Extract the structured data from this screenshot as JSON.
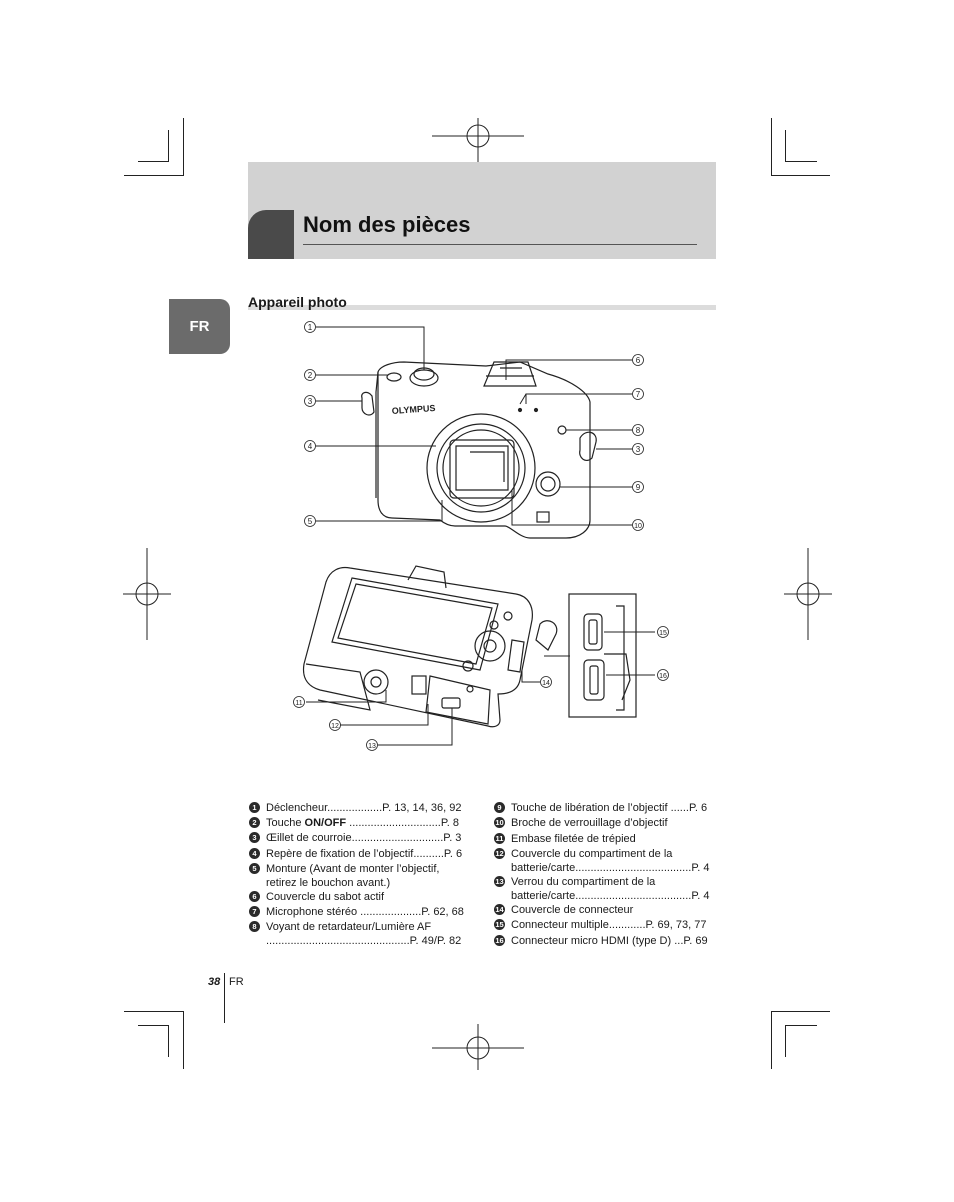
{
  "page": {
    "title": "Nom des pièces",
    "lang_tab": "FR",
    "section_title": "Appareil photo",
    "footer": {
      "page_number": "38",
      "lang": "FR"
    }
  },
  "diagram": {
    "brand": "OLYMPUS",
    "callouts": [
      "1",
      "2",
      "3",
      "4",
      "5",
      "6",
      "7",
      "8",
      "3",
      "9",
      "10",
      "11",
      "12",
      "13",
      "14",
      "15",
      "16"
    ]
  },
  "parts_left": [
    {
      "num": "1",
      "text": "Déclencheur..................P. 13, 14, 36, 92"
    },
    {
      "num": "2",
      "text_before": "Touche ",
      "strong": "ON/OFF",
      "text_after": " ..............................P. 8"
    },
    {
      "num": "3",
      "text": "Œillet de courroie..............................P. 3"
    },
    {
      "num": "4",
      "text": "Repère de fixation de l’objectif..........P. 6"
    },
    {
      "num": "5",
      "text": "Monture (Avant de monter l’objectif,\nretirez le bouchon avant.)"
    },
    {
      "num": "6",
      "text": "Couvercle du sabot actif"
    },
    {
      "num": "7",
      "text": "Microphone stéréo ....................P. 62, 68"
    },
    {
      "num": "8",
      "text": "Voyant de retardateur/Lumière AF\n...............................................P. 49/P. 82"
    }
  ],
  "parts_right": [
    {
      "num": "9",
      "text": "Touche de libération de l’objectif ......P. 6"
    },
    {
      "num": "10",
      "text": "Broche de verrouillage d’objectif"
    },
    {
      "num": "11",
      "text": "Embase filetée de trépied"
    },
    {
      "num": "12",
      "text": "Couvercle du compartiment de la\nbatterie/carte......................................P. 4"
    },
    {
      "num": "13",
      "text": "Verrou du compartiment de la\nbatterie/carte......................................P. 4"
    },
    {
      "num": "14",
      "text": "Couvercle de connecteur"
    },
    {
      "num": "15",
      "text": "Connecteur multiple............P. 69, 73, 77"
    },
    {
      "num": "16",
      "text": "Connecteur micro HDMI (type D) ...P. 69"
    }
  ]
}
